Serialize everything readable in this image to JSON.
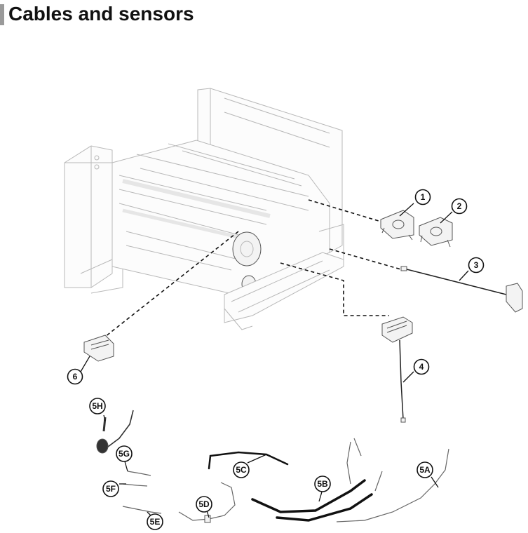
{
  "page": {
    "title": "Cables and sensors"
  },
  "callouts": [
    {
      "id": "c1",
      "label": "1"
    },
    {
      "id": "c2",
      "label": "2"
    },
    {
      "id": "c3",
      "label": "3"
    },
    {
      "id": "c4",
      "label": "4"
    },
    {
      "id": "c5a",
      "label": "5A"
    },
    {
      "id": "c5b",
      "label": "5B"
    },
    {
      "id": "c5c",
      "label": "5C"
    },
    {
      "id": "c5d",
      "label": "5D"
    },
    {
      "id": "c5e",
      "label": "5E"
    },
    {
      "id": "c5f",
      "label": "5F"
    },
    {
      "id": "c5g",
      "label": "5G"
    },
    {
      "id": "c5h",
      "label": "5H"
    },
    {
      "id": "c6",
      "label": "6"
    }
  ]
}
